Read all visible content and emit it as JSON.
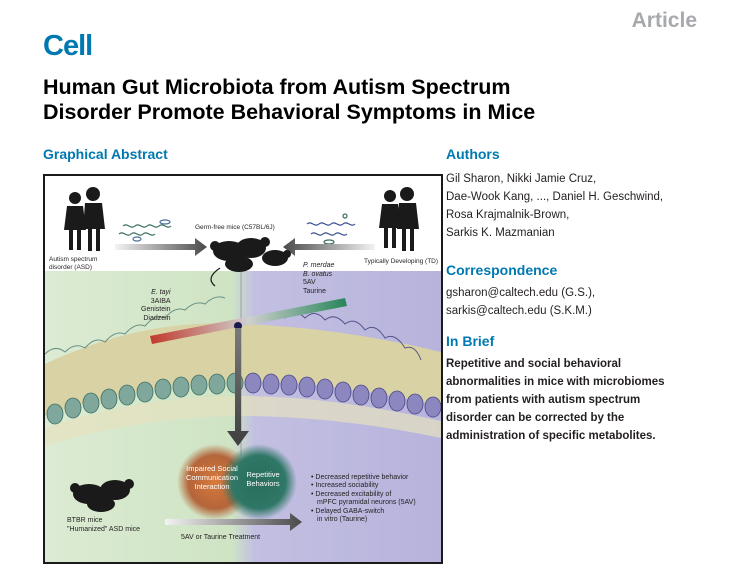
{
  "header": {
    "article_label": "Article",
    "journal": "Cell",
    "title_line1": "Human Gut Microbiota from Autism Spectrum",
    "title_line2": "Disorder Promote Behavioral Symptoms in Mice"
  },
  "graphical_abstract": {
    "heading": "Graphical Abstract",
    "asd_donor": "Autism spectrum disorder (ASD)",
    "td_donor": "Typically Developing (TD)",
    "germ_free": "Germ-free mice (C57BL/6J)",
    "asd_taxa": [
      "E. tayi",
      "3AIBA",
      "Genistein",
      "Diadzein"
    ],
    "td_taxa": [
      "P. merdae",
      "B. ovatus",
      "5AV",
      "Taurine"
    ],
    "circle_left": "Impaired Social Communication Interaction",
    "circle_right": "Repetitive Behaviors",
    "btbr_line1": "BTBR mice",
    "btbr_line2": "\"Humanized\" ASD mice",
    "treatment": "5AV or Taurine Treatment",
    "outcomes": [
      "• Decreased repetitive behavior",
      "• Increased sociability",
      "• Decreased excitability of",
      "  mPFC pyramidal neurons (5AV)",
      "• Delayed GABA-switch",
      "  in vitro (Taurine)"
    ],
    "colors": {
      "asd_panel": "#cfe4c4",
      "td_panel": "#bcb8de",
      "gut_lining": "#d8d2a4",
      "villi_left": "#6a9a8e",
      "villi_right": "#6c68a6",
      "circle_orange": "#c0703c",
      "circle_teal": "#2f7a6a",
      "arrow": "#555555"
    }
  },
  "authors": {
    "heading": "Authors",
    "line1": "Gil Sharon, Nikki Jamie Cruz,",
    "line2": "Dae-Wook Kang, ..., Daniel H. Geschwind,",
    "line3": "Rosa Krajmalnik-Brown,",
    "line4": "Sarkis K. Mazmanian"
  },
  "correspondence": {
    "heading": "Correspondence",
    "email1": "gsharon@caltech.edu (G.S.),",
    "email2": "sarkis@caltech.edu (S.K.M.)"
  },
  "in_brief": {
    "heading": "In Brief",
    "line1": "Repetitive and social behavioral",
    "line2": "abnormalities in mice with microbiomes",
    "line3": "from patients with autism spectrum",
    "line4": "disorder can be corrected by the",
    "line5": "administration of specific metabolites."
  }
}
